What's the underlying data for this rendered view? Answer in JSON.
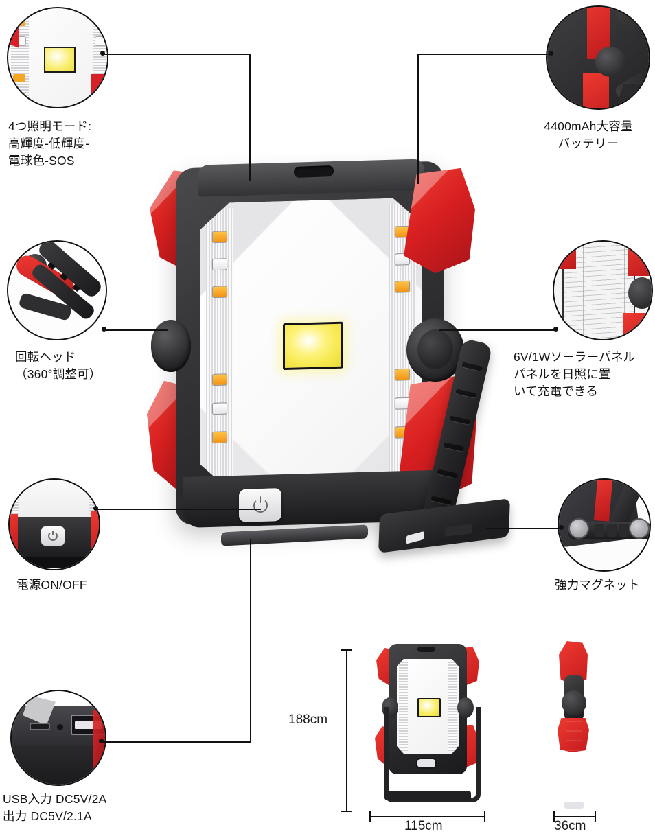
{
  "page": {
    "type": "product-feature-infographic",
    "background_color": "#ffffff",
    "line_color": "#111111",
    "accent_red": "#d81f20",
    "body_black": "#2b2b2d",
    "led_yellow": "#f6e94f"
  },
  "callouts": [
    {
      "id": "lighting-modes",
      "position": "top-left",
      "lines": [
        "4つ照明モード:",
        "高輝度-低輝度-",
        "電球色-SOS"
      ],
      "thumb": "led-panel-closeup"
    },
    {
      "id": "battery",
      "position": "top-right",
      "lines": [
        "4400mAh大容量",
        "バッテリー"
      ],
      "thumb": "hinge-battery-closeup"
    },
    {
      "id": "rotating-head",
      "position": "middle-left",
      "lines": [
        "回転ヘッド",
        "（360°調整可）"
      ],
      "thumb": "folded-stand-closeup"
    },
    {
      "id": "solar-panel",
      "position": "middle-right",
      "lines": [
        "6V/1Wソーラーパネル",
        "パネルを日照に置",
        "いて充電できる"
      ],
      "thumb": "solar-panel-closeup"
    },
    {
      "id": "power-switch",
      "position": "bottom-left",
      "lines": [
        "電源ON/OFF"
      ],
      "thumb": "power-button-closeup"
    },
    {
      "id": "magnet",
      "position": "bottom-right",
      "lines": [
        "強力マグネット"
      ],
      "thumb": "magnet-foot-closeup"
    },
    {
      "id": "usb-ports",
      "position": "bottom-left-lower",
      "lines": [
        "USB入力 DC5V/2A",
        "出力 DC5V/2.1A"
      ],
      "thumb": "usb-ports-closeup"
    }
  ],
  "dimensions": {
    "height": "188cm",
    "width": "115cm",
    "depth": "36cm"
  },
  "product": {
    "power_button_icon": "power-icon",
    "cob_led": "cob-led-chip"
  }
}
